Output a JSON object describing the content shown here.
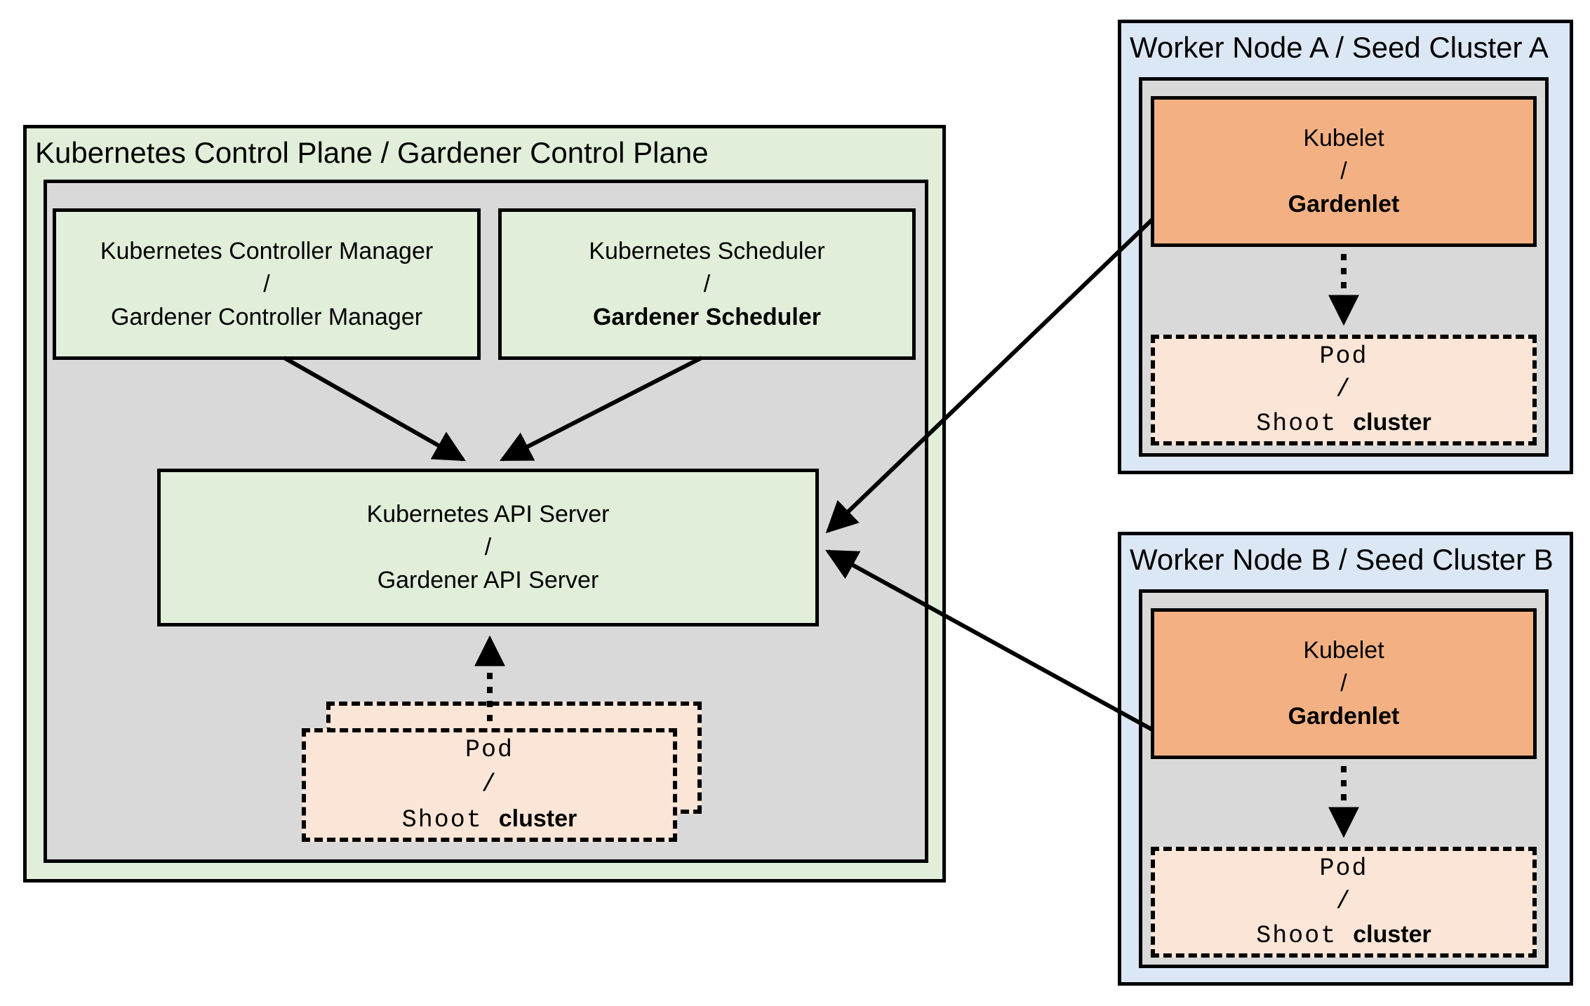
{
  "control_plane": {
    "title": "Kubernetes Control Plane / Gardener Control Plane",
    "controller_manager": {
      "line1": "Kubernetes Controller Manager",
      "sep": "/",
      "line2": "Gardener Controller Manager"
    },
    "scheduler": {
      "line1": "Kubernetes Scheduler",
      "sep": "/",
      "line2": "Gardener Scheduler"
    },
    "api_server": {
      "line1": "Kubernetes API Server",
      "sep": "/",
      "line2": "Gardener API Server"
    },
    "pod": {
      "line1": "Pod",
      "sep": "/",
      "line2_mono": "Shoot",
      "line2_bold": "cluster"
    }
  },
  "worker_a": {
    "title": "Worker Node A / Seed Cluster A",
    "kubelet": {
      "line1": "Kubelet",
      "sep": "/",
      "line2": "Gardenlet"
    },
    "pod": {
      "line1": "Pod",
      "sep": "/",
      "line2_mono": "Shoot",
      "line2_bold": "cluster"
    }
  },
  "worker_b": {
    "title": "Worker Node B / Seed Cluster B",
    "kubelet": {
      "line1": "Kubelet",
      "sep": "/",
      "line2": "Gardenlet"
    },
    "pod": {
      "line1": "Pod",
      "sep": "/",
      "line2_mono": "Shoot",
      "line2_bold": "cluster"
    }
  },
  "colors": {
    "control_plane_fill": "#e1eed9",
    "green_node_fill": "#e1eed9",
    "worker_node_fill": "#dbe7f4",
    "panel_gray": "#d9d9d9",
    "kubelet_orange": "#f3b183",
    "pod_peach": "#fbe5d6",
    "line_black": "#000000"
  }
}
